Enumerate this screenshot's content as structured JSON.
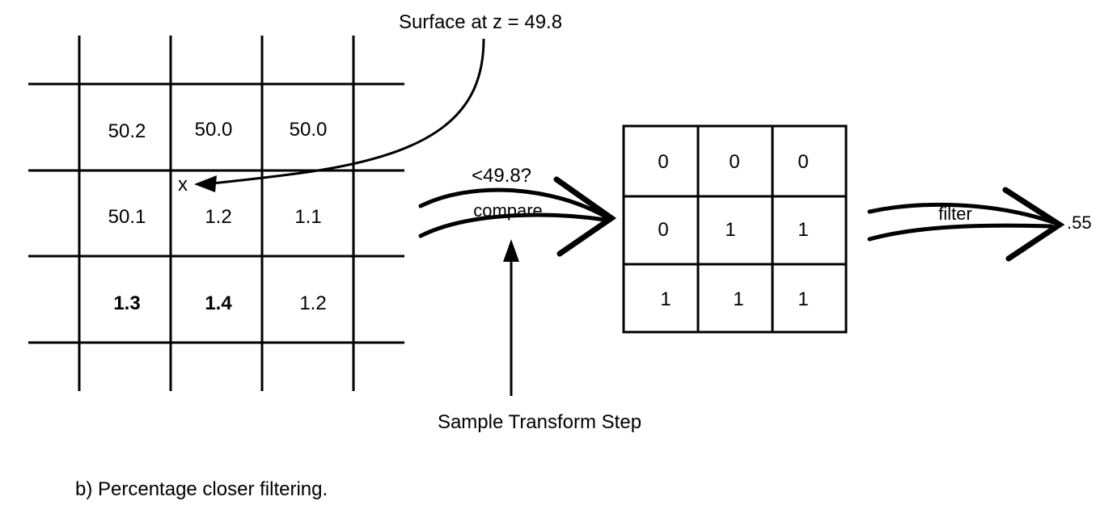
{
  "surface_label": "Surface at  z = 49.8",
  "depth_grid": {
    "rows": [
      [
        "50.2",
        "50.0",
        "50.0"
      ],
      [
        "50.1",
        "1.2",
        "1.1"
      ],
      [
        "1.3",
        "1.4",
        "1.2"
      ]
    ],
    "sample_marker": "x"
  },
  "compare_arrow": {
    "test_label": "<49.8?",
    "label": "compare"
  },
  "result_grid": {
    "rows": [
      [
        "0",
        "0",
        "0"
      ],
      [
        "0",
        "1",
        "1"
      ],
      [
        "1",
        "1",
        "1"
      ]
    ]
  },
  "filter_arrow": {
    "label": "filter"
  },
  "result_value": ".55",
  "step_label": "Sample Transform Step",
  "caption": "b)  Percentage closer filtering."
}
